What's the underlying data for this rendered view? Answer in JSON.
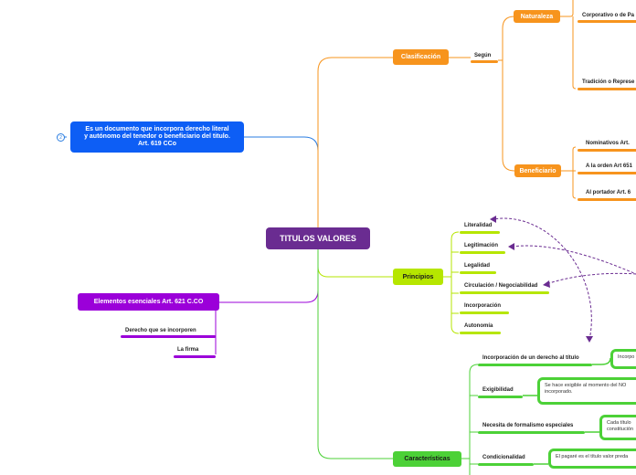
{
  "central": "TITULOS VALORES",
  "definition": {
    "text": "Es un documento que incorpora derecho literal y autónomo del tenedor o beneficiario del titulo. Art. 619 CCo",
    "badge": "2"
  },
  "elementos": {
    "title": "Elementos esenciales Art. 621 C.CO",
    "items": [
      "Derecho que se incorporen",
      "La firma"
    ]
  },
  "clasificacion": {
    "title": "Clasificación",
    "segun": "Según",
    "naturaleza": {
      "title": "Naturaleza",
      "items": [
        "Corporativo o de Pa",
        "Tradición o Represe"
      ]
    },
    "beneficiario": {
      "title": "Beneficiario",
      "items": [
        "Nominativos Art. ",
        "A la orden Art 651",
        "Al portador Art. 6"
      ]
    }
  },
  "principios": {
    "title": "Principios",
    "items": [
      "Literalidad",
      "Legitimación",
      "Legalidad",
      "Circulación / Negociabilidad",
      "Incorporación",
      "Autonomía"
    ]
  },
  "caracteristicas": {
    "title": "Características",
    "items": [
      {
        "label": "Incorporación de un derecho al título",
        "note": "Incorpo"
      },
      {
        "label": "Exigibilidad",
        "note": "Se hace exigible al momento del NO\nincorporado."
      },
      {
        "label": "Necesita de formalismo especiales",
        "note": "Cada título\nconstitución"
      },
      {
        "label": "Condicionalidad",
        "note": "El pagaré es el título valor preda"
      }
    ]
  },
  "colors": {
    "central": "#6a2c91",
    "definition": "#0d5ef5",
    "elementos": "#9b00d9",
    "clasificacion": "#f7941d",
    "principios": "#b6e600",
    "caracteristicas": "#4cd137",
    "dashed": "#6a2c91"
  }
}
